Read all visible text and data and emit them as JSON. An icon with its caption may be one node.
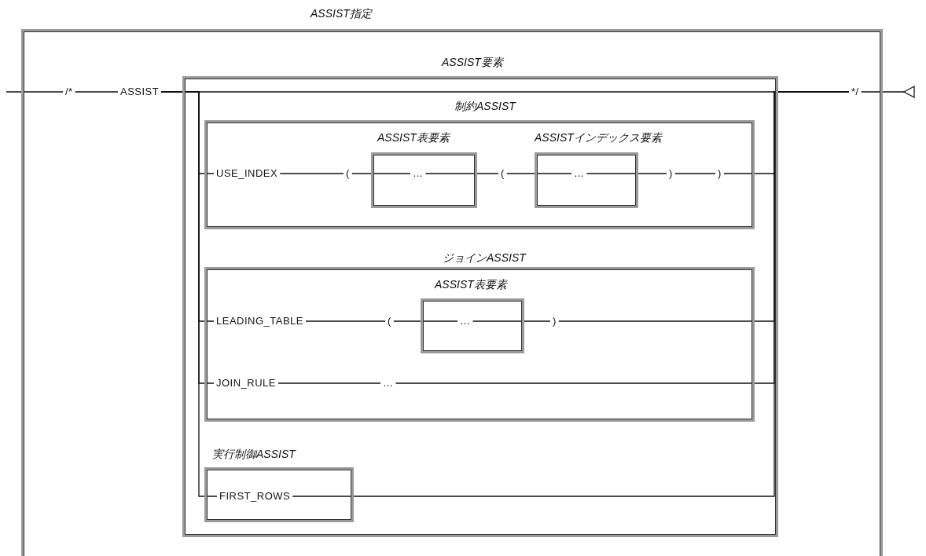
{
  "diagram": {
    "nodes": [
      {
        "text": [
          "ASSIST指定"
        ]
      },
      {
        "text": [
          "/*"
        ],
        "in": 0
      },
      {
        "text": [
          "ASSIST"
        ],
        "in": 0
      },
      {
        "text": [
          "ASSIST要素"
        ],
        "in": 0
      },
      {
        "text": [
          "制約ASSIST"
        ],
        "in": 3
      },
      {
        "text": [
          "USE_INDEX"
        ],
        "in": 4
      },
      {
        "text": [
          "("
        ],
        "in": 4
      },
      {
        "text": [
          "ASSIST表要素"
        ],
        "in": 4
      },
      {
        "text": [
          "…"
        ],
        "in": 7
      },
      {
        "text": [
          "("
        ],
        "in": 4
      },
      {
        "text": [
          "ASSISTインデックス要素"
        ],
        "in": 4
      },
      {
        "text": [
          "…"
        ],
        "in": 10
      },
      {
        "text": [
          ")"
        ],
        "in": 4
      },
      {
        "text": [
          ")"
        ],
        "in": 4
      },
      {
        "text": [
          "ジョインASSIST"
        ],
        "in": 3
      },
      {
        "text": [
          "LEADING_TABLE"
        ],
        "in": 14
      },
      {
        "text": [
          "("
        ],
        "in": 14
      },
      {
        "text": [
          "ASSIST表要素"
        ],
        "in": 14
      },
      {
        "text": [
          "…"
        ],
        "in": 17
      },
      {
        "text": [
          ")"
        ],
        "in": 14
      },
      {
        "text": [
          "JOIN_RULE"
        ],
        "in": 14
      },
      {
        "text": [
          "…"
        ],
        "in": 14
      },
      {
        "text": [
          "実行制御ASSIST"
        ],
        "in": 3
      },
      {
        "text": [
          "FIRST_ROWS"
        ],
        "in": 22
      },
      {
        "text": [
          "*/"
        ],
        "in": 0
      }
    ],
    "edges": [
      {
        "from": null,
        "to": 1,
        "arrow": "none"
      },
      {
        "from": 1,
        "to": 2,
        "arrow": "none"
      },
      {
        "from": 2,
        "to": 24,
        "arrow": "none"
      },
      {
        "from": 2,
        "to": 5,
        "arrow": "none"
      },
      {
        "from": 5,
        "to": 6,
        "arrow": "none"
      },
      {
        "from": 6,
        "to": 8,
        "arrow": "none"
      },
      {
        "from": 8,
        "to": 9,
        "arrow": "none"
      },
      {
        "from": 9,
        "to": 11,
        "arrow": "none"
      },
      {
        "from": 11,
        "to": 12,
        "arrow": "none"
      },
      {
        "from": 12,
        "to": 13,
        "arrow": "none"
      },
      {
        "from": 13,
        "to": 24,
        "arrow": "none"
      },
      {
        "from": 2,
        "to": 15,
        "arrow": "none"
      },
      {
        "from": 15,
        "to": 16,
        "arrow": "none"
      },
      {
        "from": 16,
        "to": 18,
        "arrow": "none"
      },
      {
        "from": 18,
        "to": 19,
        "arrow": "none"
      },
      {
        "from": 19,
        "to": 24,
        "arrow": "none"
      },
      {
        "from": 2,
        "to": 20,
        "arrow": "none"
      },
      {
        "from": 20,
        "to": 21,
        "arrow": "none"
      },
      {
        "from": 21,
        "to": 24,
        "arrow": "none"
      },
      {
        "from": 2,
        "to": 23,
        "arrow": "none"
      },
      {
        "from": 23,
        "to": 24,
        "arrow": "none"
      },
      {
        "from": 24,
        "to": null,
        "arrow": "other"
      }
    ]
  }
}
